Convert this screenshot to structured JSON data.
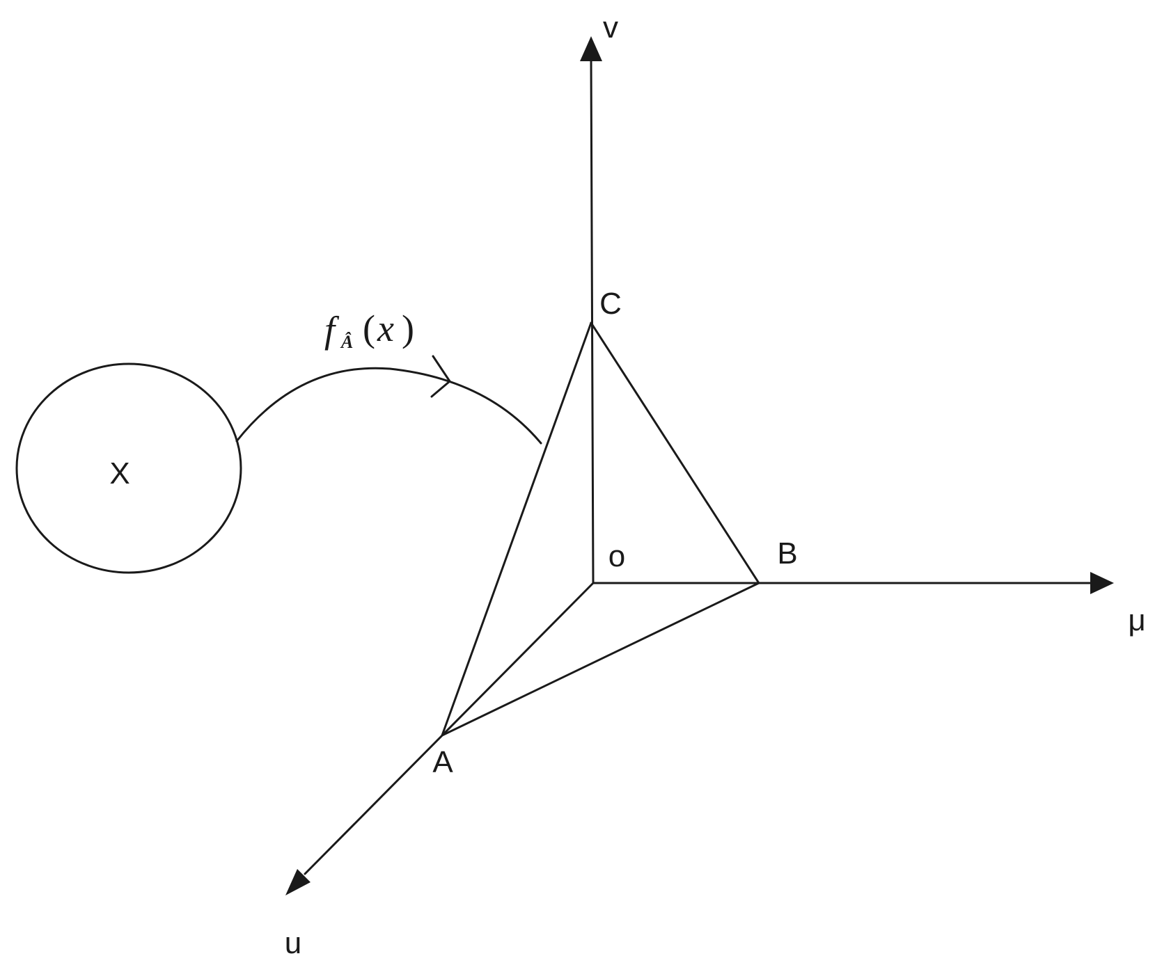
{
  "labels": {
    "set": "X",
    "axis_v": "v",
    "axis_mu": "μ",
    "axis_u": "u",
    "origin": "o",
    "vertex_a": "A",
    "vertex_b": "B",
    "vertex_c": "C"
  },
  "mapping": {
    "func": "f",
    "sub": "Â",
    "open_paren": "(",
    "arg": "x",
    "close_paren": ")"
  }
}
